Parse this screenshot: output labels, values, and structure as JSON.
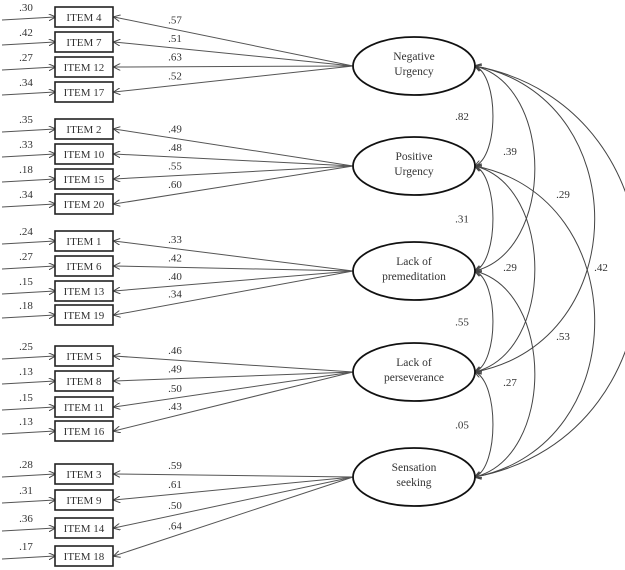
{
  "title": "Five-factor measurement model (standardized estimates)",
  "factors": [
    {
      "id": "nu",
      "label_lines": [
        "Negative",
        "Urgency"
      ],
      "items": [
        {
          "label": "ITEM 4",
          "error": ".30",
          "loading": ".57"
        },
        {
          "label": "ITEM 7",
          "error": ".42",
          "loading": ".51"
        },
        {
          "label": "ITEM 12",
          "error": ".27",
          "loading": ".63"
        },
        {
          "label": "ITEM 17",
          "error": ".34",
          "loading": ".52"
        }
      ]
    },
    {
      "id": "pu",
      "label_lines": [
        "Positive",
        "Urgency"
      ],
      "items": [
        {
          "label": "ITEM 2",
          "error": ".35",
          "loading": ".49"
        },
        {
          "label": "ITEM 10",
          "error": ".33",
          "loading": ".48"
        },
        {
          "label": "ITEM 15",
          "error": ".18",
          "loading": ".55"
        },
        {
          "label": "ITEM 20",
          "error": ".34",
          "loading": ".60"
        }
      ]
    },
    {
      "id": "lp",
      "label_lines": [
        "Lack of",
        "premeditation"
      ],
      "items": [
        {
          "label": "ITEM 1",
          "error": ".24",
          "loading": ".33"
        },
        {
          "label": "ITEM 6",
          "error": ".27",
          "loading": ".42"
        },
        {
          "label": "ITEM 13",
          "error": ".15",
          "loading": ".40"
        },
        {
          "label": "ITEM 19",
          "error": ".18",
          "loading": ".34"
        }
      ]
    },
    {
      "id": "lpe",
      "label_lines": [
        "Lack of",
        "perseverance"
      ],
      "items": [
        {
          "label": "ITEM 5",
          "error": ".25",
          "loading": ".46"
        },
        {
          "label": "ITEM 8",
          "error": ".13",
          "loading": ".49"
        },
        {
          "label": "ITEM 11",
          "error": ".15",
          "loading": ".50"
        },
        {
          "label": "ITEM 16",
          "error": ".13",
          "loading": ".43"
        }
      ]
    },
    {
      "id": "ss",
      "label_lines": [
        "Sensation",
        "seeking"
      ],
      "items": [
        {
          "label": "ITEM 3",
          "error": ".28",
          "loading": ".59"
        },
        {
          "label": "ITEM 9",
          "error": ".31",
          "loading": ".61"
        },
        {
          "label": "ITEM 14",
          "error": ".36",
          "loading": ".50"
        },
        {
          "label": "ITEM 18",
          "error": ".17",
          "loading": ".64"
        }
      ]
    }
  ],
  "correlations": [
    {
      "from": "nu",
      "to": "pu",
      "value": ".82"
    },
    {
      "from": "nu",
      "to": "lp",
      "value": ".39"
    },
    {
      "from": "nu",
      "to": "lpe",
      "value": ".29"
    },
    {
      "from": "nu",
      "to": "ss",
      "value": ".42"
    },
    {
      "from": "pu",
      "to": "lp",
      "value": ".31"
    },
    {
      "from": "pu",
      "to": "lpe",
      "value": ".29"
    },
    {
      "from": "pu",
      "to": "ss",
      "value": ".53"
    },
    {
      "from": "lp",
      "to": "lpe",
      "value": ".55"
    },
    {
      "from": "lp",
      "to": "ss",
      "value": ".27"
    },
    {
      "from": "lpe",
      "to": "ss",
      "value": ".05"
    }
  ]
}
